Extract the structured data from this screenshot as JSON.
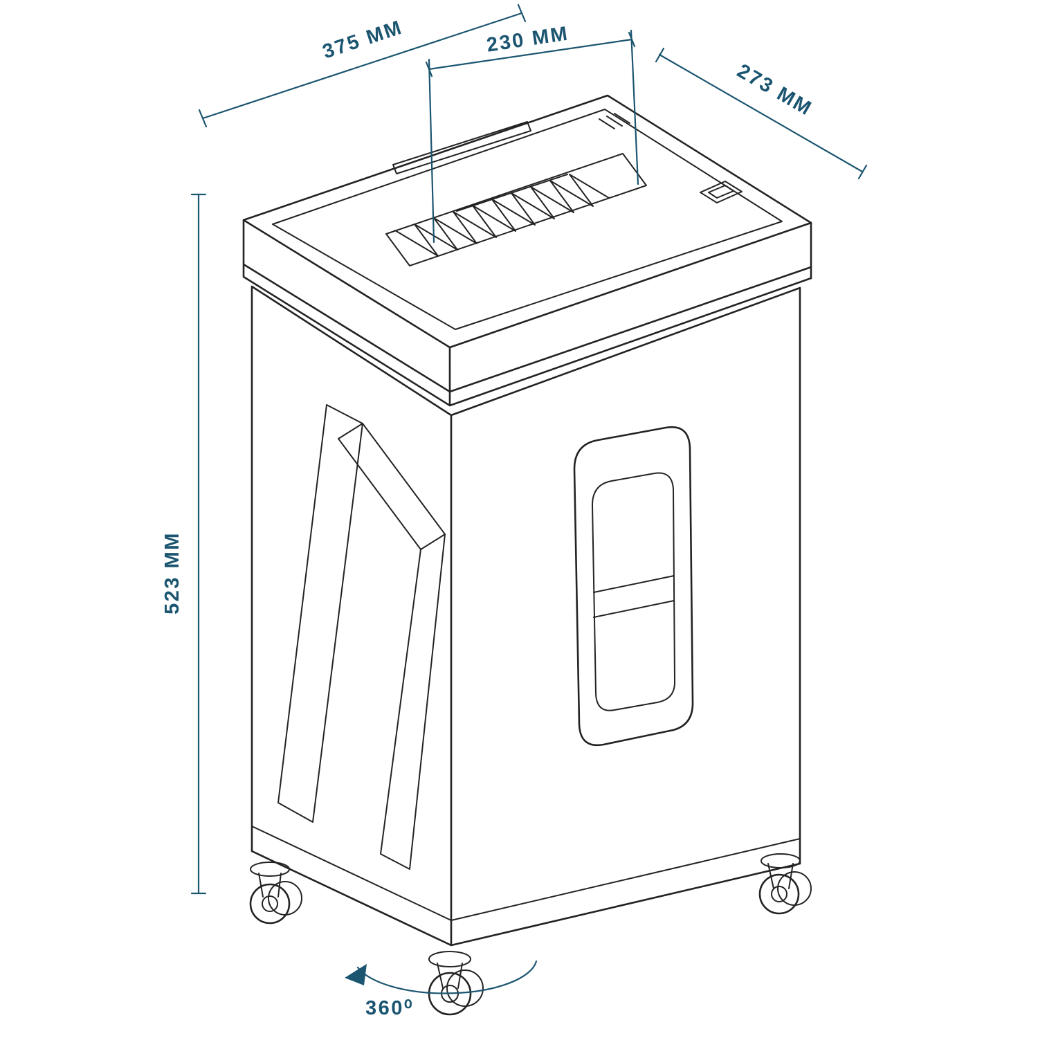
{
  "canvas": {
    "background": "#ffffff",
    "line_art_color": "#232323",
    "dimension_color": "#1b5570"
  },
  "labels": {
    "top_width": "375 MM",
    "feed_width": "230 MM",
    "depth": "273 MM",
    "height": "523 MM",
    "rotation": "360⁰"
  }
}
